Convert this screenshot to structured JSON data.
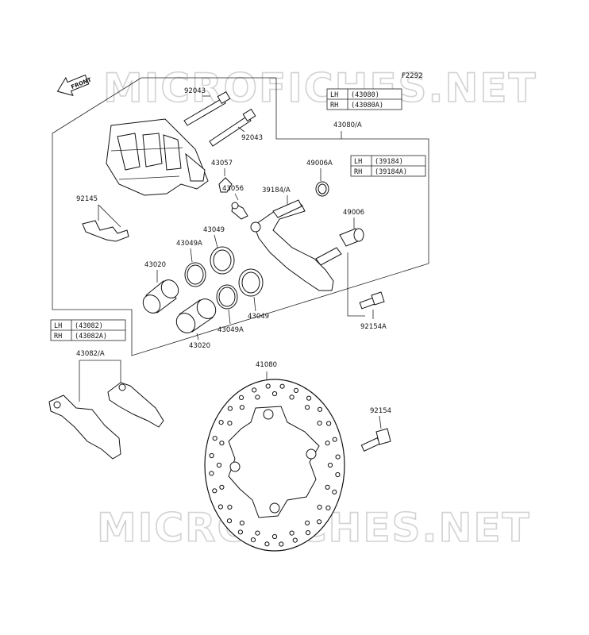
{
  "watermark": "MICROFICHES.NET",
  "figure_code": "F2292",
  "front_label": "FRONT",
  "parts": [
    {
      "id": "92043a",
      "label": "92043"
    },
    {
      "id": "92043b",
      "label": "92043"
    },
    {
      "id": "43057",
      "label": "43057"
    },
    {
      "id": "43056",
      "label": "43056"
    },
    {
      "id": "92145",
      "label": "92145"
    },
    {
      "id": "43049a",
      "label": "43049"
    },
    {
      "id": "43049Aa",
      "label": "43049A"
    },
    {
      "id": "43020a",
      "label": "43020"
    },
    {
      "id": "43049b",
      "label": "43049"
    },
    {
      "id": "43049Ab",
      "label": "43049A"
    },
    {
      "id": "43020b",
      "label": "43020"
    },
    {
      "id": "43080A",
      "label": "43080/A"
    },
    {
      "id": "49006A",
      "label": "49006A"
    },
    {
      "id": "39184A",
      "label": "39184/A"
    },
    {
      "id": "49006",
      "label": "49006"
    },
    {
      "id": "92154A",
      "label": "92154A"
    },
    {
      "id": "43082A",
      "label": "43082/A"
    },
    {
      "id": "41080",
      "label": "41080"
    },
    {
      "id": "92154",
      "label": "92154"
    }
  ],
  "tables": {
    "caliper": {
      "rows": [
        {
          "side": "LH",
          "part": "(43080)"
        },
        {
          "side": "RH",
          "part": "(43080A)"
        }
      ]
    },
    "bracket": {
      "rows": [
        {
          "side": "LH",
          "part": "(39184)"
        },
        {
          "side": "RH",
          "part": "(39184A)"
        }
      ]
    },
    "pads": {
      "rows": [
        {
          "side": "LH",
          "part": "(43082)"
        },
        {
          "side": "RH",
          "part": "(43082A)"
        }
      ]
    }
  }
}
